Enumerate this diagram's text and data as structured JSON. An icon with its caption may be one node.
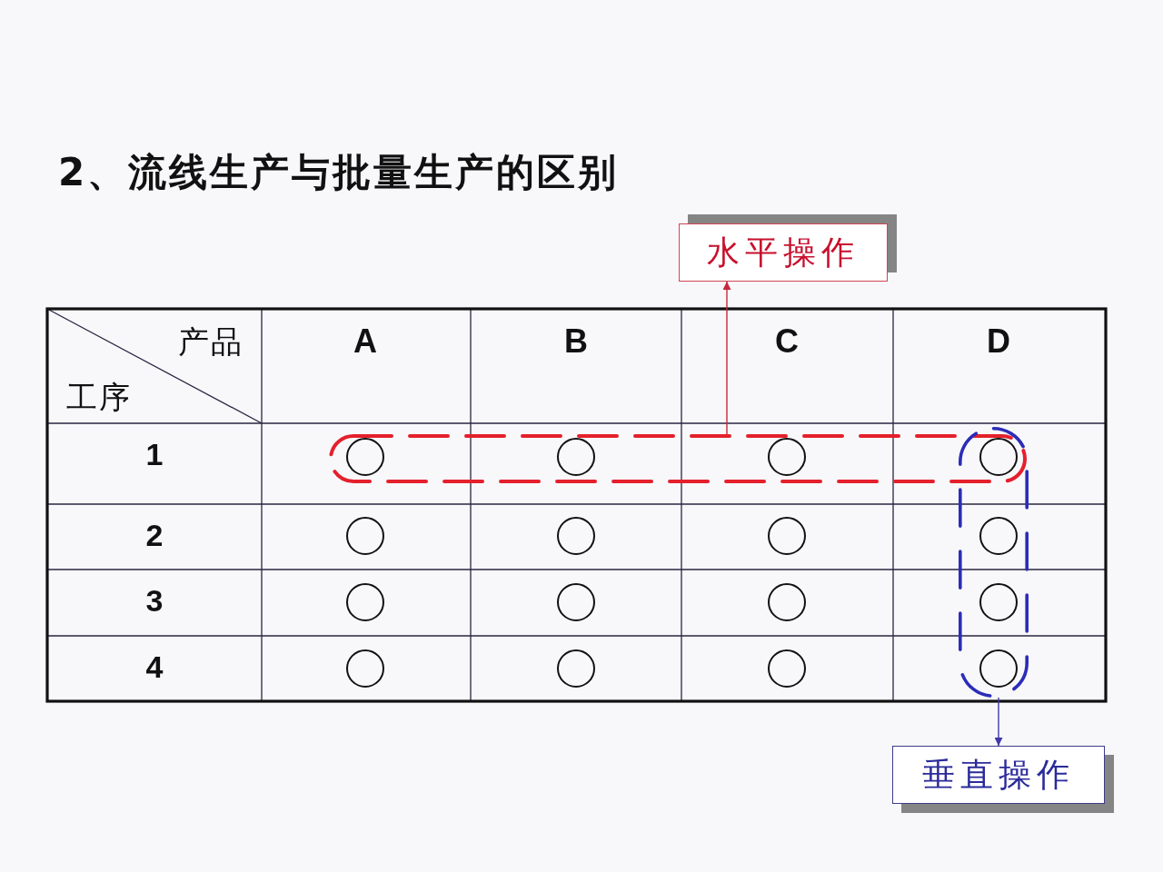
{
  "diagram": {
    "title": "2、流线生产与批量生产的区别",
    "nodes": [
      {
        "text": [
          "水平操作"
        ]
      },
      {
        "text": [],
        "shape": "box"
      },
      {
        "text": [],
        "shape": "box"
      },
      {
        "text": [],
        "shape": "circle",
        "in": 1
      },
      {
        "text": [],
        "shape": "circle",
        "in": 1
      },
      {
        "text": [],
        "shape": "circle",
        "in": 1
      },
      {
        "text": [],
        "shape": "circle"
      },
      {
        "text": [],
        "shape": "circle"
      },
      {
        "text": [],
        "shape": "circle"
      },
      {
        "text": [],
        "shape": "circle"
      },
      {
        "text": [],
        "shape": "circle",
        "in": 2
      },
      {
        "text": [],
        "shape": "circle"
      },
      {
        "text": [],
        "shape": "circle"
      },
      {
        "text": [],
        "shape": "circle"
      },
      {
        "text": [],
        "shape": "circle",
        "in": 2
      },
      {
        "text": [],
        "shape": "circle"
      },
      {
        "text": [],
        "shape": "circle"
      },
      {
        "text": [],
        "shape": "circle"
      },
      {
        "text": [],
        "shape": "circle",
        "in": 2
      },
      {
        "text": [
          "垂直操作"
        ]
      }
    ],
    "edges": [
      {
        "from": 1,
        "to": 0,
        "arrow": "to",
        "color": "#c8283c"
      },
      {
        "from": 2,
        "to": 19,
        "arrow": "to",
        "color": "#4038a8"
      }
    ],
    "labels": [
      "产品",
      "工序",
      "A",
      "B",
      "C",
      "D",
      "1",
      "2",
      "3",
      "4"
    ]
  }
}
